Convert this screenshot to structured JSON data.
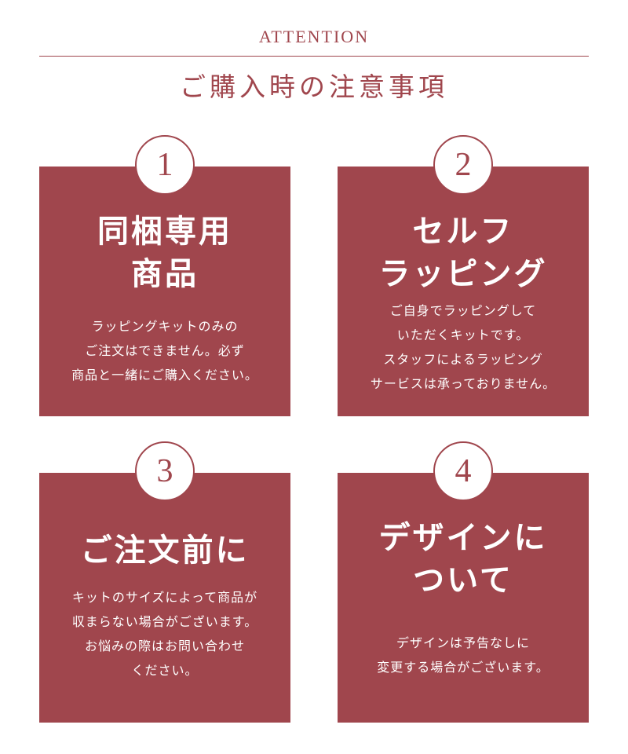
{
  "header": {
    "eyebrow": "ATTENTION",
    "title": "ご購入時の注意事項"
  },
  "items": [
    {
      "number": "1",
      "title_lines": [
        "同梱専用",
        "商品"
      ],
      "body_lines": [
        "ラッピングキットのみの",
        "ご注文はできません。必ず",
        "商品と一緒にご購入ください。"
      ]
    },
    {
      "number": "2",
      "title_lines": [
        "セルフ",
        "ラッピング"
      ],
      "body_lines": [
        "ご自身でラッピングして",
        "いただくキットです。",
        "スタッフによるラッピング",
        "サービスは承っておりません。"
      ]
    },
    {
      "number": "3",
      "title_lines": [
        "ご注文前に"
      ],
      "body_lines": [
        "キットのサイズによって商品が",
        "収まらない場合がございます。",
        "お悩みの際はお問い合わせ",
        "ください。"
      ]
    },
    {
      "number": "4",
      "title_lines": [
        "デザインに",
        "ついて"
      ],
      "body_lines": [
        "デザインは予告なしに",
        "変更する場合がございます。"
      ]
    }
  ],
  "colors": {
    "accent": "#a0464d"
  }
}
